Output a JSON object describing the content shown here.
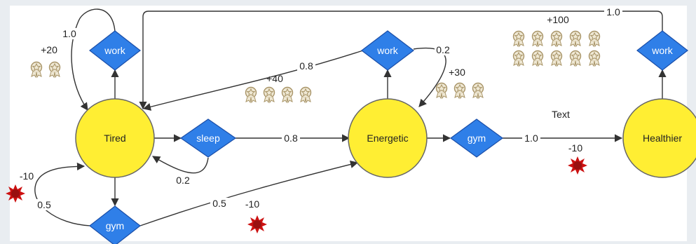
{
  "colors": {
    "background": "#ffffff",
    "state_fill": "#ffee33",
    "state_stroke": "#666666",
    "action_fill": "#2f7fe8",
    "action_stroke": "#1a4ea8",
    "edge": "#333333",
    "medal": "#b5a27a",
    "penalty": "#cc1111"
  },
  "states": {
    "tired": "Tired",
    "energetic": "Energetic",
    "healthier": "Healthier"
  },
  "actions": {
    "tired_work": "work",
    "tired_sleep": "sleep",
    "tired_gym": "gym",
    "energetic_work": "work",
    "energetic_gym": "gym",
    "healthier_work": "work"
  },
  "probabilities": {
    "tired_work_to_tired": "1.0",
    "energetic_work_to_tired": "0.8",
    "energetic_work_to_energetic": "0.2",
    "tired_sleep_to_energetic": "0.8",
    "tired_sleep_to_tired": "0.2",
    "tired_gym_to_tired": "0.5",
    "tired_gym_to_energetic": "0.5",
    "energetic_gym_to_healthier": "1.0",
    "healthier_work_to_tired": "1.0"
  },
  "rewards": {
    "tired_work": "+20",
    "energetic_work_to_tired": "+40",
    "energetic_work_to_energetic": "+30",
    "healthier_work": "+100",
    "tired_gym": "-10",
    "tired_gym_to_energetic": "-10",
    "energetic_gym": "-10"
  },
  "medal_counts": {
    "tired_work": 2,
    "energetic_work_to_tired": 4,
    "energetic_work_to_energetic": 3,
    "healthier_work": 10
  },
  "icons": {
    "reward": "medal-icon",
    "penalty": "burst-icon"
  },
  "free_text": "Text"
}
